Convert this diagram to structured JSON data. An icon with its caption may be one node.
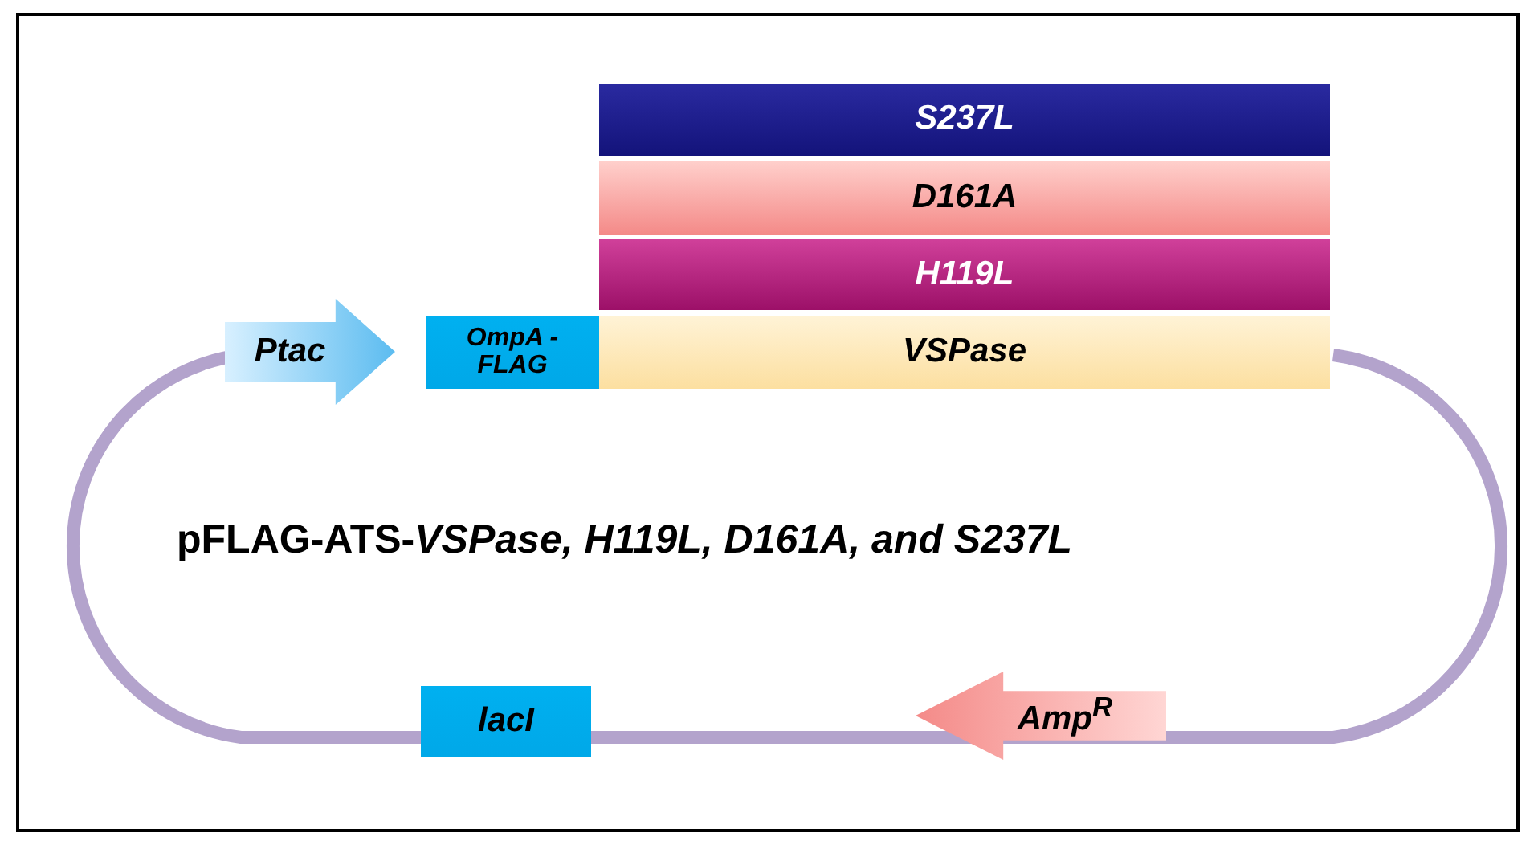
{
  "diagram": {
    "nodes": [
      {
        "text": [
          "S237L"
        ]
      },
      {
        "text": [
          "D161A"
        ]
      },
      {
        "text": [
          "H119L"
        ]
      },
      {
        "text": [
          "Ptac"
        ]
      },
      {
        "text": [
          "OmpA -FLAG"
        ]
      },
      {
        "text": [
          "VSPase"
        ]
      },
      {
        "text": [
          "lacI"
        ]
      },
      {
        "text": [
          "Amp$^{R}$"
        ]
      }
    ],
    "labels": [
      "pFLAG-ATS-*VSPase, H119L, D161A, and S237L*"
    ]
  }
}
